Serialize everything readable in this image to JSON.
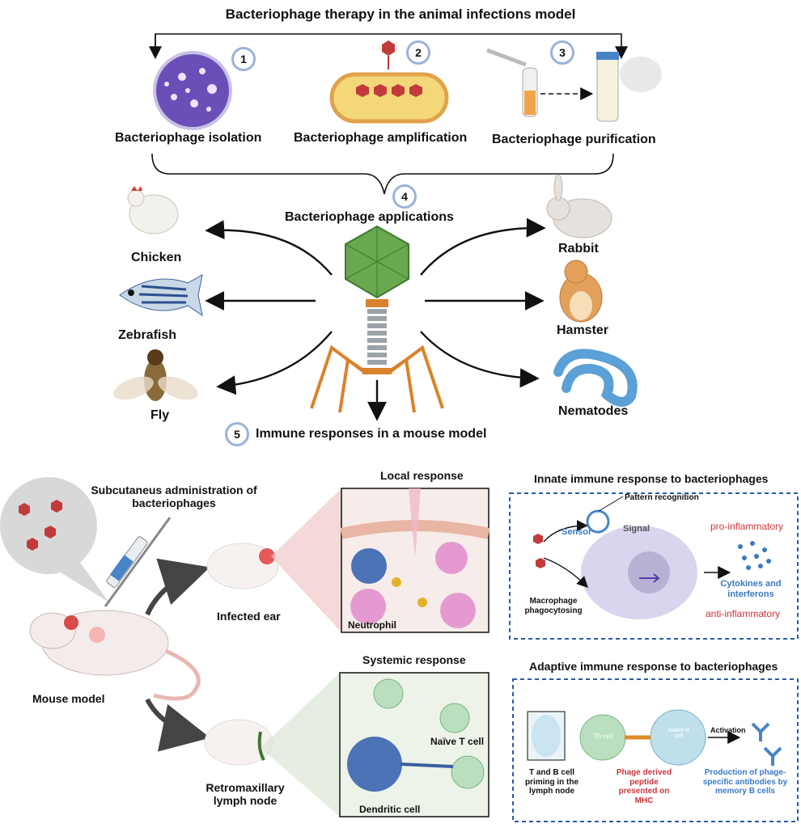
{
  "title": "Bacteriophage therapy in the animal infections model",
  "steps": [
    {
      "num": "1",
      "label": "Bacteriophage isolation"
    },
    {
      "num": "2",
      "label": "Bacteriophage amplification"
    },
    {
      "num": "3",
      "label": "Bacteriophage purification"
    },
    {
      "num": "4",
      "label": "Bacteriophage applications"
    },
    {
      "num": "5",
      "label": "Immune responses in a mouse model"
    }
  ],
  "animals_left": [
    "Chicken",
    "Zebrafish",
    "Fly"
  ],
  "animals_right": [
    "Rabbit",
    "Hamster",
    "Nematodes"
  ],
  "mouse": {
    "admin_label": "Subcutaneus administration of bacteriophages",
    "model_label": "Mouse model",
    "ear_label": "Infected ear",
    "lymph_label": "Retromaxillary lymph node"
  },
  "local": {
    "title": "Local response",
    "neutrophil": "Neutrophil"
  },
  "systemic": {
    "title": "Systemic response",
    "naive_t": "Naïve T cell",
    "dendritic": "Dendritic cell"
  },
  "innate": {
    "title": "Innate immune response to bacteriophages",
    "pattern": "Pattern recognition",
    "sensor": "Sensor",
    "signal": "Signal",
    "pro": "pro-inflammatory",
    "anti": "anti-inflammatory",
    "cytokines": "Cytokines and interferons",
    "macrophage": "Macrophage phagocytosing"
  },
  "adaptive": {
    "title": "Adaptive  immune response to bacteriophages",
    "th_cell": "Th cell",
    "naive_b": "Native B cell",
    "activation": "Activation",
    "priming": "T and B cell priming in the lymph node",
    "peptide": "Phage derived peptide presented on MHC",
    "antibodies": "Production of phage-specific antibodies by memory B cells"
  },
  "colors": {
    "phage_green": "#6aa84f",
    "phage_orange": "#d9822b",
    "badge_border": "#9bb3d9",
    "dashed_blue": "#2a5aa8",
    "red_text": "#c8373a",
    "blue_text": "#3a79c2"
  }
}
